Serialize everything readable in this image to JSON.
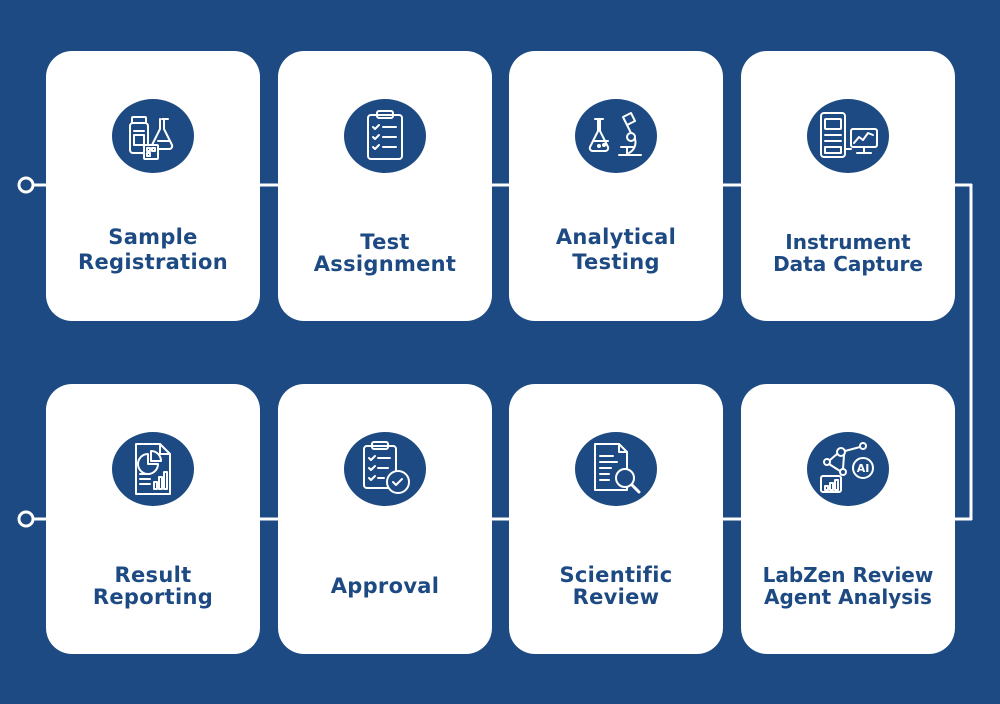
{
  "diagram": {
    "colors": {
      "background": "#1d4a82",
      "card": "#ffffff",
      "text": "#1d4a82",
      "icon_circle": "#1d4a82",
      "connector": "#ffffff"
    },
    "steps": [
      {
        "id": 1,
        "lines": [
          "Sample",
          "Registration"
        ],
        "icon": "sample-vials-icon"
      },
      {
        "id": 2,
        "lines": [
          "Test",
          "Assignment"
        ],
        "icon": "clipboard-checklist-icon"
      },
      {
        "id": 3,
        "lines": [
          "Analytical",
          "Testing"
        ],
        "icon": "flask-microscope-icon"
      },
      {
        "id": 4,
        "lines": [
          "Instrument",
          "Data Capture"
        ],
        "icon": "instrument-monitor-icon"
      },
      {
        "id": 5,
        "lines": [
          "LabZen Review",
          "Agent Analysis"
        ],
        "icon": "ai-network-icon"
      },
      {
        "id": 6,
        "lines": [
          "Scientific",
          "Review"
        ],
        "icon": "document-magnifier-icon"
      },
      {
        "id": 7,
        "lines": [
          "Approval"
        ],
        "icon": "checklist-approved-icon"
      },
      {
        "id": 8,
        "lines": [
          "Result",
          "Reporting"
        ],
        "icon": "report-chart-icon"
      }
    ],
    "flow": [
      [
        1,
        2
      ],
      [
        2,
        3
      ],
      [
        3,
        4
      ],
      [
        4,
        5
      ],
      [
        5,
        6
      ],
      [
        6,
        7
      ],
      [
        7,
        8
      ]
    ]
  }
}
